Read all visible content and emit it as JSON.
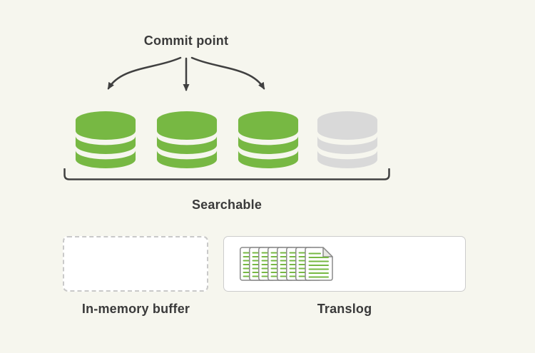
{
  "labels": {
    "commit_point": "Commit point",
    "searchable": "Searchable",
    "in_memory_buffer": "In-memory buffer",
    "translog": "Translog"
  },
  "colors": {
    "background": "#f6f6ee",
    "text": "#3a3a3a",
    "line": "#404040",
    "segment_green": "#77b843",
    "segment_gray": "#d9d9d9",
    "box_border": "#cccccc",
    "dashed_border": "#c9c9c9",
    "doc_border": "#8a8a8a",
    "doc_lines": "#77b843"
  },
  "segments": [
    {
      "id": "segment-1",
      "color": "#77b843"
    },
    {
      "id": "segment-2",
      "color": "#77b843"
    },
    {
      "id": "segment-3",
      "color": "#77b843"
    },
    {
      "id": "segment-4",
      "color": "#d9d9d9"
    }
  ],
  "translog_document_count": 8
}
